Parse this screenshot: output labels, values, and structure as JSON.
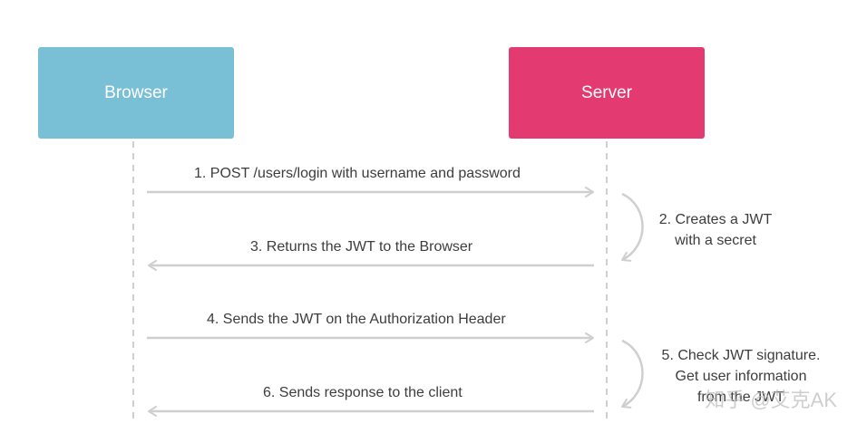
{
  "actors": {
    "browser": {
      "label": "Browser",
      "color": "#79c0d6"
    },
    "server": {
      "label": "Server",
      "color": "#e43a72"
    }
  },
  "messages": [
    {
      "label": "1. POST /users/login with username and password",
      "direction": "to-server"
    },
    {
      "label": "3. Returns the JWT to the Browser",
      "direction": "to-browser"
    },
    {
      "label": "4. Sends the JWT on the Authorization Header",
      "direction": "to-server"
    },
    {
      "label": "6. Sends response to the client",
      "direction": "to-browser"
    }
  ],
  "notes": {
    "create_jwt": {
      "line1": "2. Creates a JWT",
      "line2": "with a secret"
    },
    "check_jwt": {
      "line1": "5. Check JWT signature.",
      "line2": "Get user information",
      "line3": "from the JWT"
    }
  },
  "watermark": "知乎 @艾克AK",
  "colors": {
    "line": "#cfcfcf",
    "text": "#3d3d3d"
  }
}
